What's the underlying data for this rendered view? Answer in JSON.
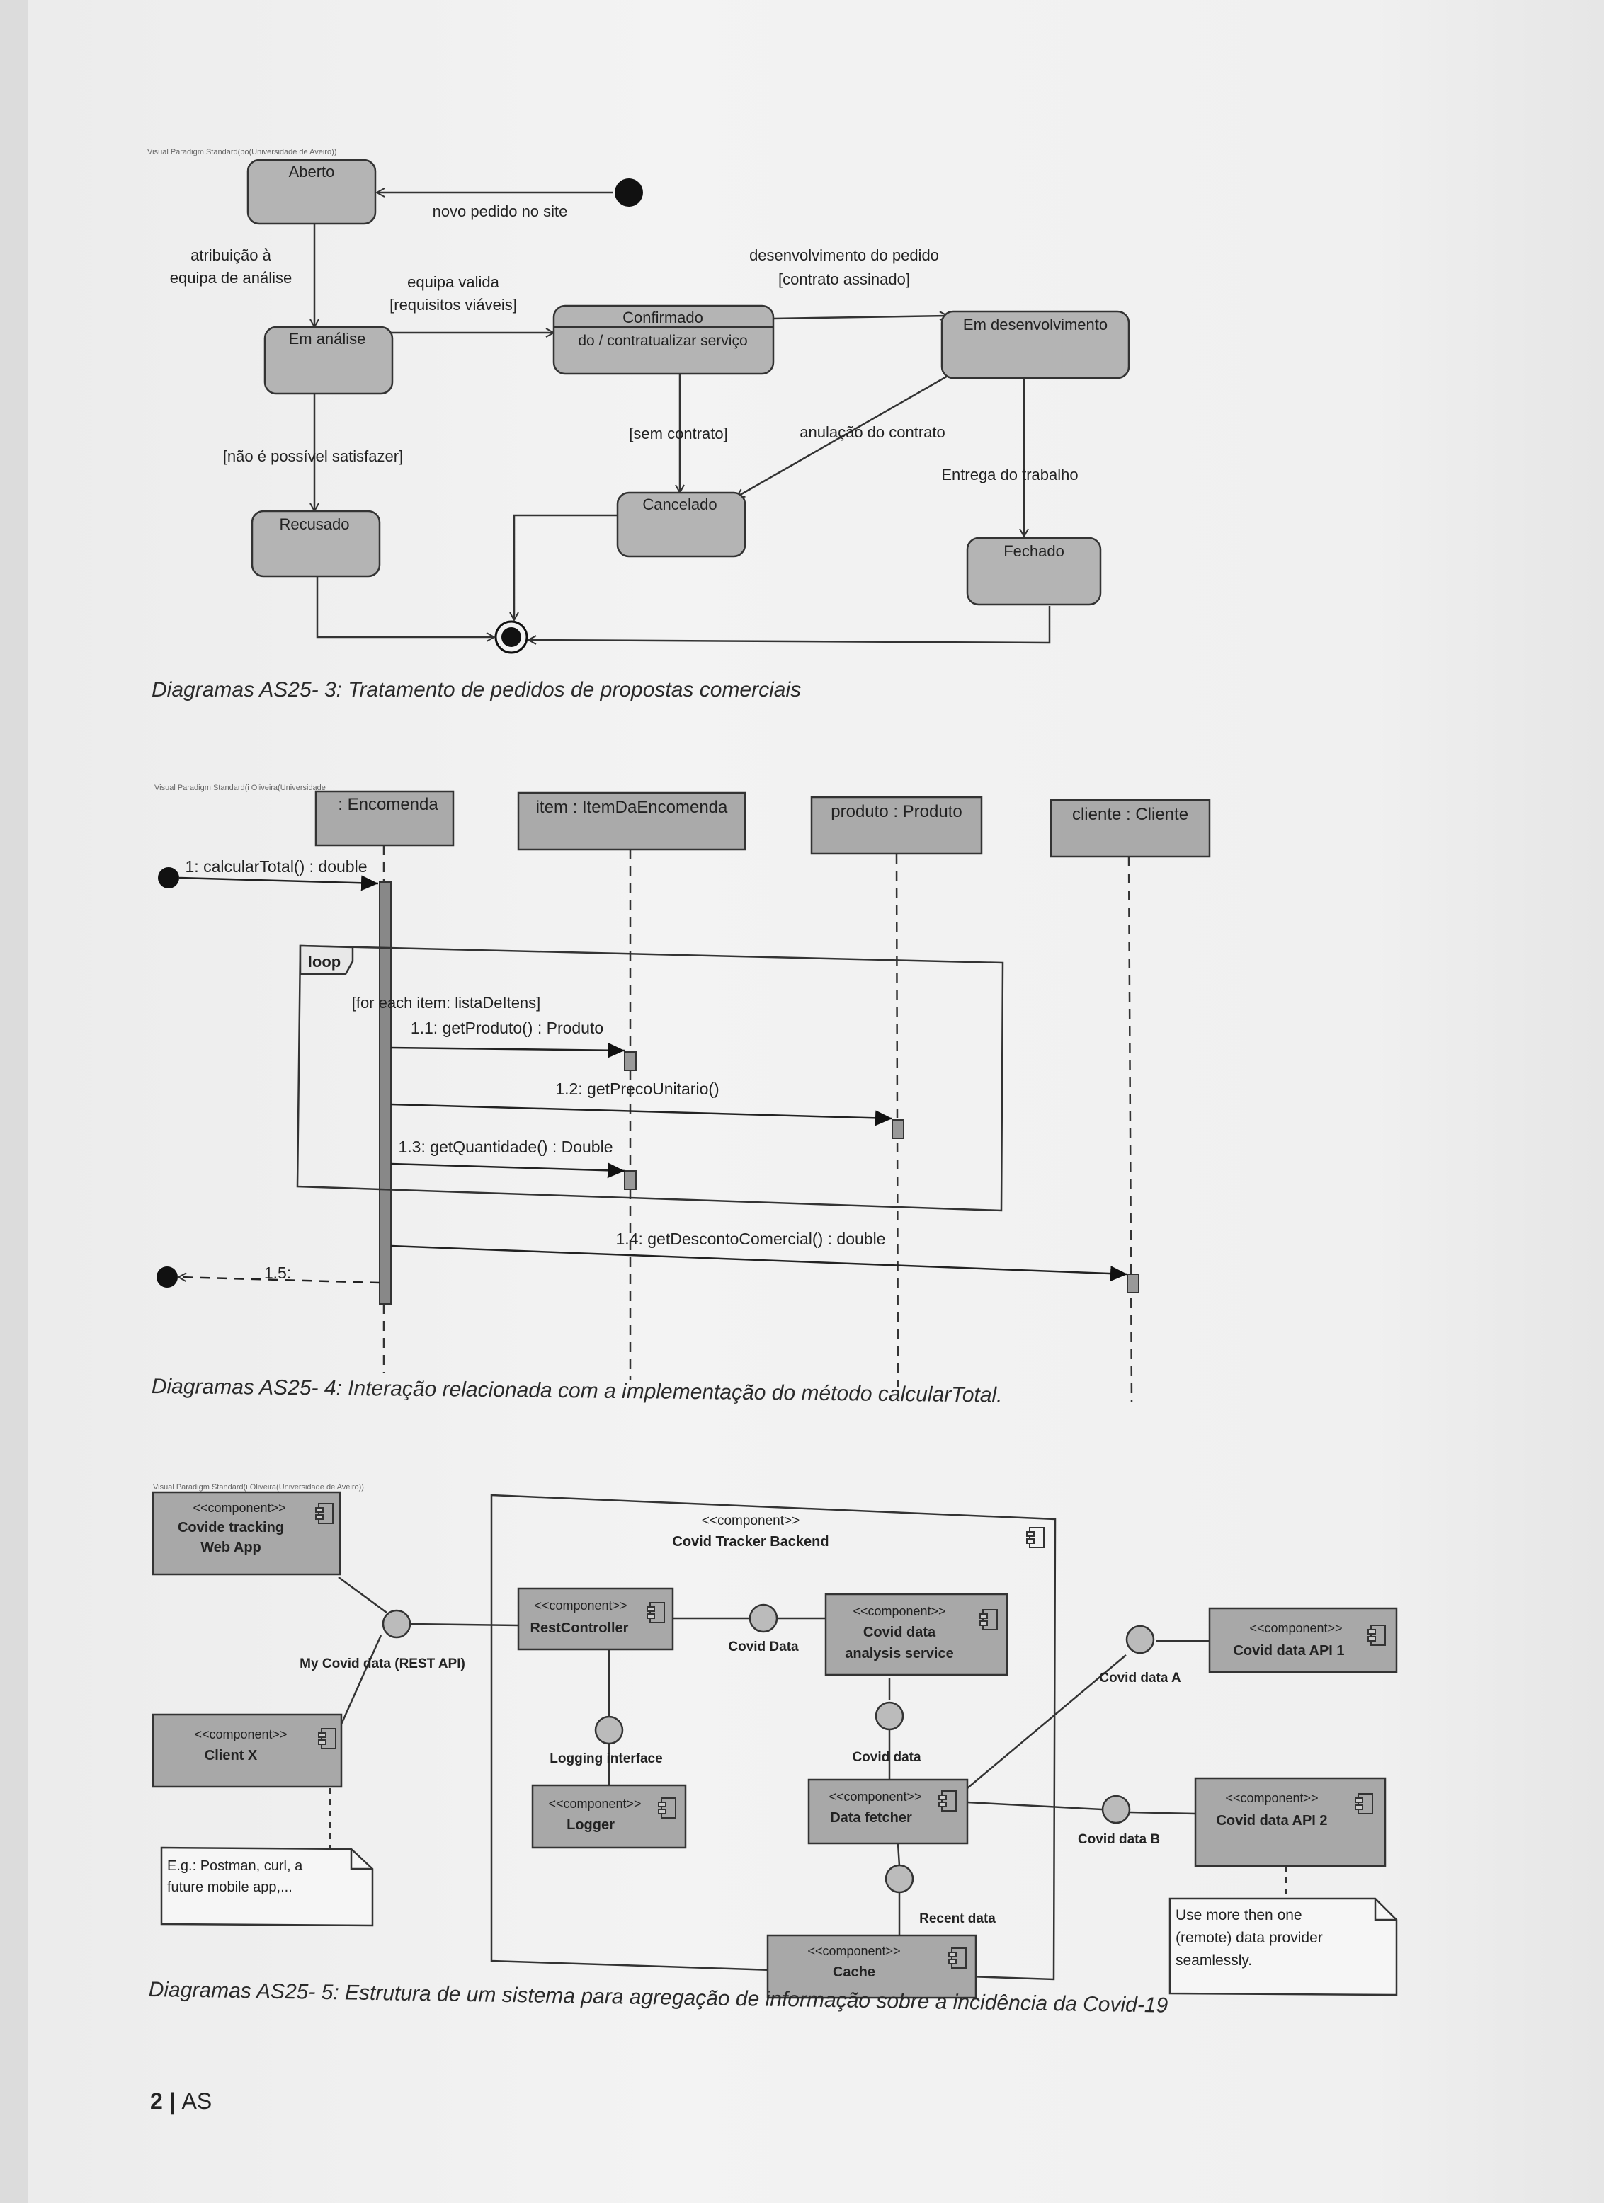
{
  "state_diagram": {
    "tool_tag": "Visual Paradigm Standard(bo(Universidade de Aveiro))",
    "states": {
      "aberto": "Aberto",
      "em_analise": "Em análise",
      "confirmado_line1": "Confirmado",
      "confirmado_line2": "do / contratualizar serviço",
      "em_desenvolvimento": "Em desenvolvimento",
      "recusado": "Recusado",
      "cancelado": "Cancelado",
      "fechado": "Fechado"
    },
    "transitions": {
      "novo_pedido": "novo pedido no site",
      "atribuicao_line1": "atribuição à",
      "atribuicao_line2": "equipa de análise",
      "equipa_valida_line1": "equipa valida",
      "equipa_valida_line2": "[requisitos viáveis]",
      "desenvolvimento_line1": "desenvolvimento do pedido",
      "desenvolvimento_line2": "[contrato assinado]",
      "nao_possivel": "[não é possível satisfazer]",
      "sem_contrato": "[sem contrato]",
      "anulacao": "anulação do contrato",
      "entrega": "Entrega do trabalho"
    },
    "caption": "Diagramas AS25- 3: Tratamento de pedidos de propostas comerciais"
  },
  "sequence_diagram": {
    "tool_tag": "Visual Paradigm Standard(i Oliveira(Universidade",
    "lifelines": {
      "encomenda": ": Encomenda",
      "item": "item : ItemDaEncomenda",
      "produto": "produto : Produto",
      "cliente": "cliente : Cliente"
    },
    "messages": {
      "m1": "1: calcularTotal() : double",
      "m11": "1.1: getProduto() : Produto",
      "m12": "1.2: getPrecoUnitario()",
      "m13": "1.3: getQuantidade() : Double",
      "m14": "1.4: getDescontoComercial() : double",
      "m15": "1.5:"
    },
    "fragment": {
      "operator": "loop",
      "guard": "[for each item: listaDeItens]"
    },
    "caption": "Diagramas AS25- 4: Interação relacionada com a implementação do método calcularTotal."
  },
  "component_diagram": {
    "tool_tag": "Visual Paradigm Standard(i Oliveira(Universidade de Aveiro))",
    "stereotype": "<<component>>",
    "components": {
      "web_app_line1": "Covide tracking",
      "web_app_line2": "Web App",
      "client_x": "Client X",
      "backend": "Covid Tracker Backend",
      "rest_controller": "RestController",
      "analysis_line1": "Covid data",
      "analysis_line2": "analysis service",
      "logger": "Logger",
      "data_fetcher": "Data fetcher",
      "cache": "Cache",
      "api1": "Covid data API 1",
      "api2": "Covid data API 2"
    },
    "interfaces": {
      "rest_api": "My Covid data (REST API)",
      "covid_data_1": "Covid Data",
      "logging": "Logging interface",
      "covid_data_2": "Covid data",
      "recent": "Recent data",
      "data_a": "Covid data A",
      "data_b": "Covid data B"
    },
    "notes": {
      "client_note_line1": "E.g.: Postman, curl, a",
      "client_note_line2": "future mobile app,...",
      "api_note_line1": "Use more then one",
      "api_note_line2": "(remote) data provider",
      "api_note_line3": "seamlessly."
    },
    "caption": "Diagramas AS25- 5: Estrutura de um sistema para agregação de informação sobre a incidência da Covid-19"
  },
  "footer": {
    "page_number": "2",
    "section": "AS"
  },
  "colors": {
    "state_fill": "#b4b4b4",
    "lifeline_fill": "#aaaaaa",
    "component_fill": "#a8a8a8",
    "line": "#3a3a3a"
  }
}
